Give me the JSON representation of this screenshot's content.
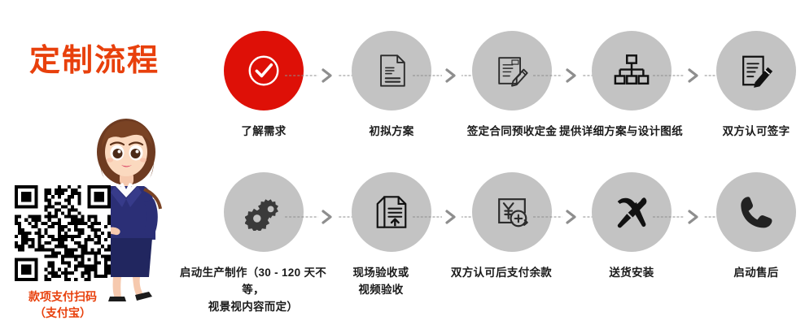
{
  "page": {
    "title": "定制流程",
    "accent_color": "#E8400C",
    "step_accent_color": "#DE1007",
    "step_circle_color": "#c3c3c3",
    "background": "#ffffff"
  },
  "qr": {
    "caption_line1": "款项支付扫码",
    "caption_line2": "（支付宝）",
    "icon": "qr-code"
  },
  "mascot": {
    "icon": "businesswoman-illustration",
    "alt": "卡通女士"
  },
  "flow": {
    "connector_icon": "chevron-right-icon",
    "rows": [
      {
        "steps": [
          {
            "label": "了解需求",
            "icon": "check-circle-icon",
            "accent": true
          },
          {
            "label": "初拟方案",
            "icon": "document-icon",
            "accent": false
          },
          {
            "label": "签定合同预收定金",
            "icon": "contract-sign-icon",
            "accent": false
          },
          {
            "label": "提供详细方案与设计图纸",
            "icon": "org-chart-icon",
            "accent": false
          },
          {
            "label": "双方认可签字",
            "icon": "signed-document-icon",
            "accent": false
          }
        ]
      },
      {
        "steps": [
          {
            "label": "启动生产制作（30 - 120 天不等，\n视景视内容而定）",
            "icon": "gears-icon",
            "accent": false
          },
          {
            "label": "现场验收或\n视频验收",
            "icon": "document-upload-icon",
            "accent": false
          },
          {
            "label": "双方认可后支付余款",
            "icon": "yen-payment-icon",
            "accent": false
          },
          {
            "label": "送货安装",
            "icon": "hammer-screwdriver-icon",
            "accent": false
          },
          {
            "label": "启动售后",
            "icon": "phone-icon",
            "accent": false
          }
        ]
      }
    ]
  }
}
